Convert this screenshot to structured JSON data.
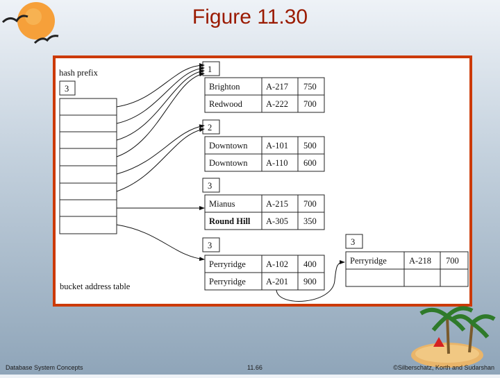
{
  "slide": {
    "title": "Figure 11.30",
    "footer_left": "Database System Concepts",
    "footer_center": "11.66",
    "footer_right": "©Silberschatz, Korth and Sudarshan"
  },
  "figure": {
    "hash_prefix_label": "hash prefix",
    "hash_prefix_value": "3",
    "bucket_address_table_label": "bucket address table",
    "buckets": [
      {
        "local_depth": "1",
        "records": [
          [
            "Brighton",
            "A-217",
            "750"
          ],
          [
            "Redwood",
            "A-222",
            "700"
          ]
        ]
      },
      {
        "local_depth": "2",
        "records": [
          [
            "Downtown",
            "A-101",
            "500"
          ],
          [
            "Downtown",
            "A-110",
            "600"
          ]
        ]
      },
      {
        "local_depth": "3",
        "records": [
          [
            "Mianus",
            "A-215",
            "700"
          ],
          [
            "Round Hill",
            "A-305",
            "350"
          ]
        ]
      },
      {
        "local_depth": "3",
        "records": [
          [
            "Perryridge",
            "A-102",
            "400"
          ],
          [
            "Perryridge",
            "A-201",
            "900"
          ]
        ]
      },
      {
        "local_depth": "3",
        "records": [
          [
            "Perryridge",
            "A-218",
            "700"
          ],
          [
            "",
            "",
            ""
          ]
        ]
      }
    ]
  },
  "colors": {
    "title": "#9a1a00",
    "frame_border": "#cc3a06"
  }
}
